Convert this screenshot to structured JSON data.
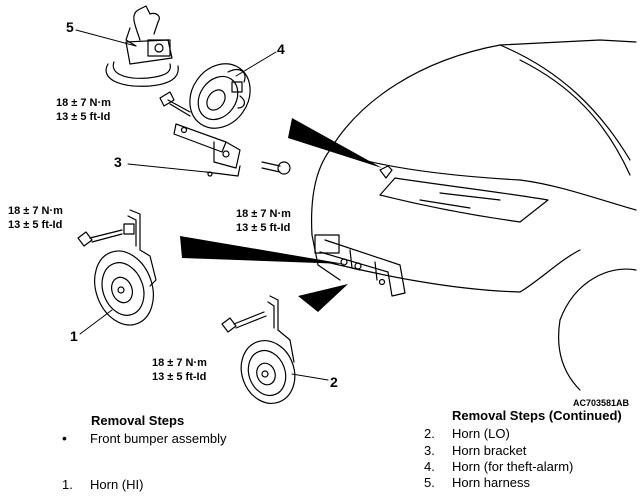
{
  "callouts": [
    "1",
    "2",
    "3",
    "4",
    "5"
  ],
  "torque": {
    "top": {
      "nm": "18 ± 7 N·m",
      "ftlb": "13 ± 5 ft-Id"
    },
    "middle": {
      "nm": "18 ± 7 N·m",
      "ftlb": "13 ± 5 ft-Id"
    },
    "left": {
      "nm": "18 ± 7 N·m",
      "ftlb": "13 ± 5 ft-Id"
    },
    "bottom": {
      "nm": "18 ± 7 N·m",
      "ftlb": "13 ± 5 ft-Id"
    }
  },
  "figure_id": "AC703581AB",
  "removal_left": {
    "title": "Removal Steps",
    "bullet_item": "Front bumper assembly",
    "steps": [
      {
        "num": "1.",
        "label": "Horn (HI)"
      }
    ]
  },
  "removal_right": {
    "title": "Removal Steps (Continued)",
    "steps": [
      {
        "num": "2.",
        "label": "Horn (LO)"
      },
      {
        "num": "3.",
        "label": "Horn bracket"
      },
      {
        "num": "4.",
        "label": "Horn (for theft-alarm)"
      },
      {
        "num": "5.",
        "label": "Horn harness"
      }
    ]
  }
}
